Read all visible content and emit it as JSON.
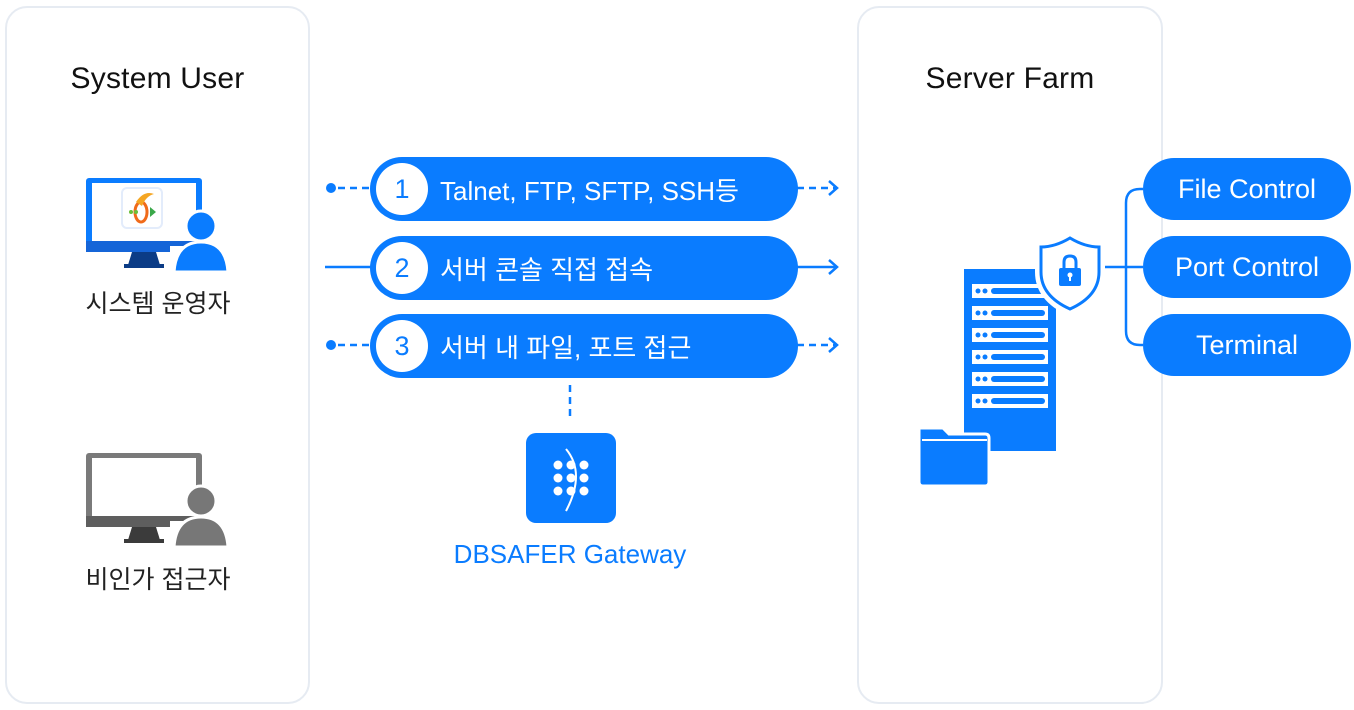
{
  "colors": {
    "accent": "#0a7cff",
    "panel_border": "#e6ebf2",
    "text": "#111111",
    "inactive_gray": "#7a7a7a"
  },
  "left_panel": {
    "title": "System User",
    "actors": [
      {
        "label": "시스템 운영자",
        "icon": "monitor-user-icon",
        "state": "authorized"
      },
      {
        "label": "비인가 접근자",
        "icon": "monitor-user-icon",
        "state": "unauthorized"
      }
    ]
  },
  "flows": [
    {
      "number": "1",
      "label": "Talnet, FTP, SFTP, SSH등",
      "line": "dashed"
    },
    {
      "number": "2",
      "label": "서버 콘솔 직접 접속",
      "line": "solid"
    },
    {
      "number": "3",
      "label": "서버 내 파일, 포트 접근",
      "line": "dashed"
    }
  ],
  "gateway": {
    "label": "DBSAFER Gateway",
    "icon": "dbsafer-gateway-icon"
  },
  "right_panel": {
    "title": "Server Farm",
    "icons": [
      "server-rack-icon",
      "shield-lock-icon",
      "folder-icon"
    ]
  },
  "controls": [
    {
      "label": "File Control"
    },
    {
      "label": "Port Control"
    },
    {
      "label": "Terminal"
    }
  ]
}
